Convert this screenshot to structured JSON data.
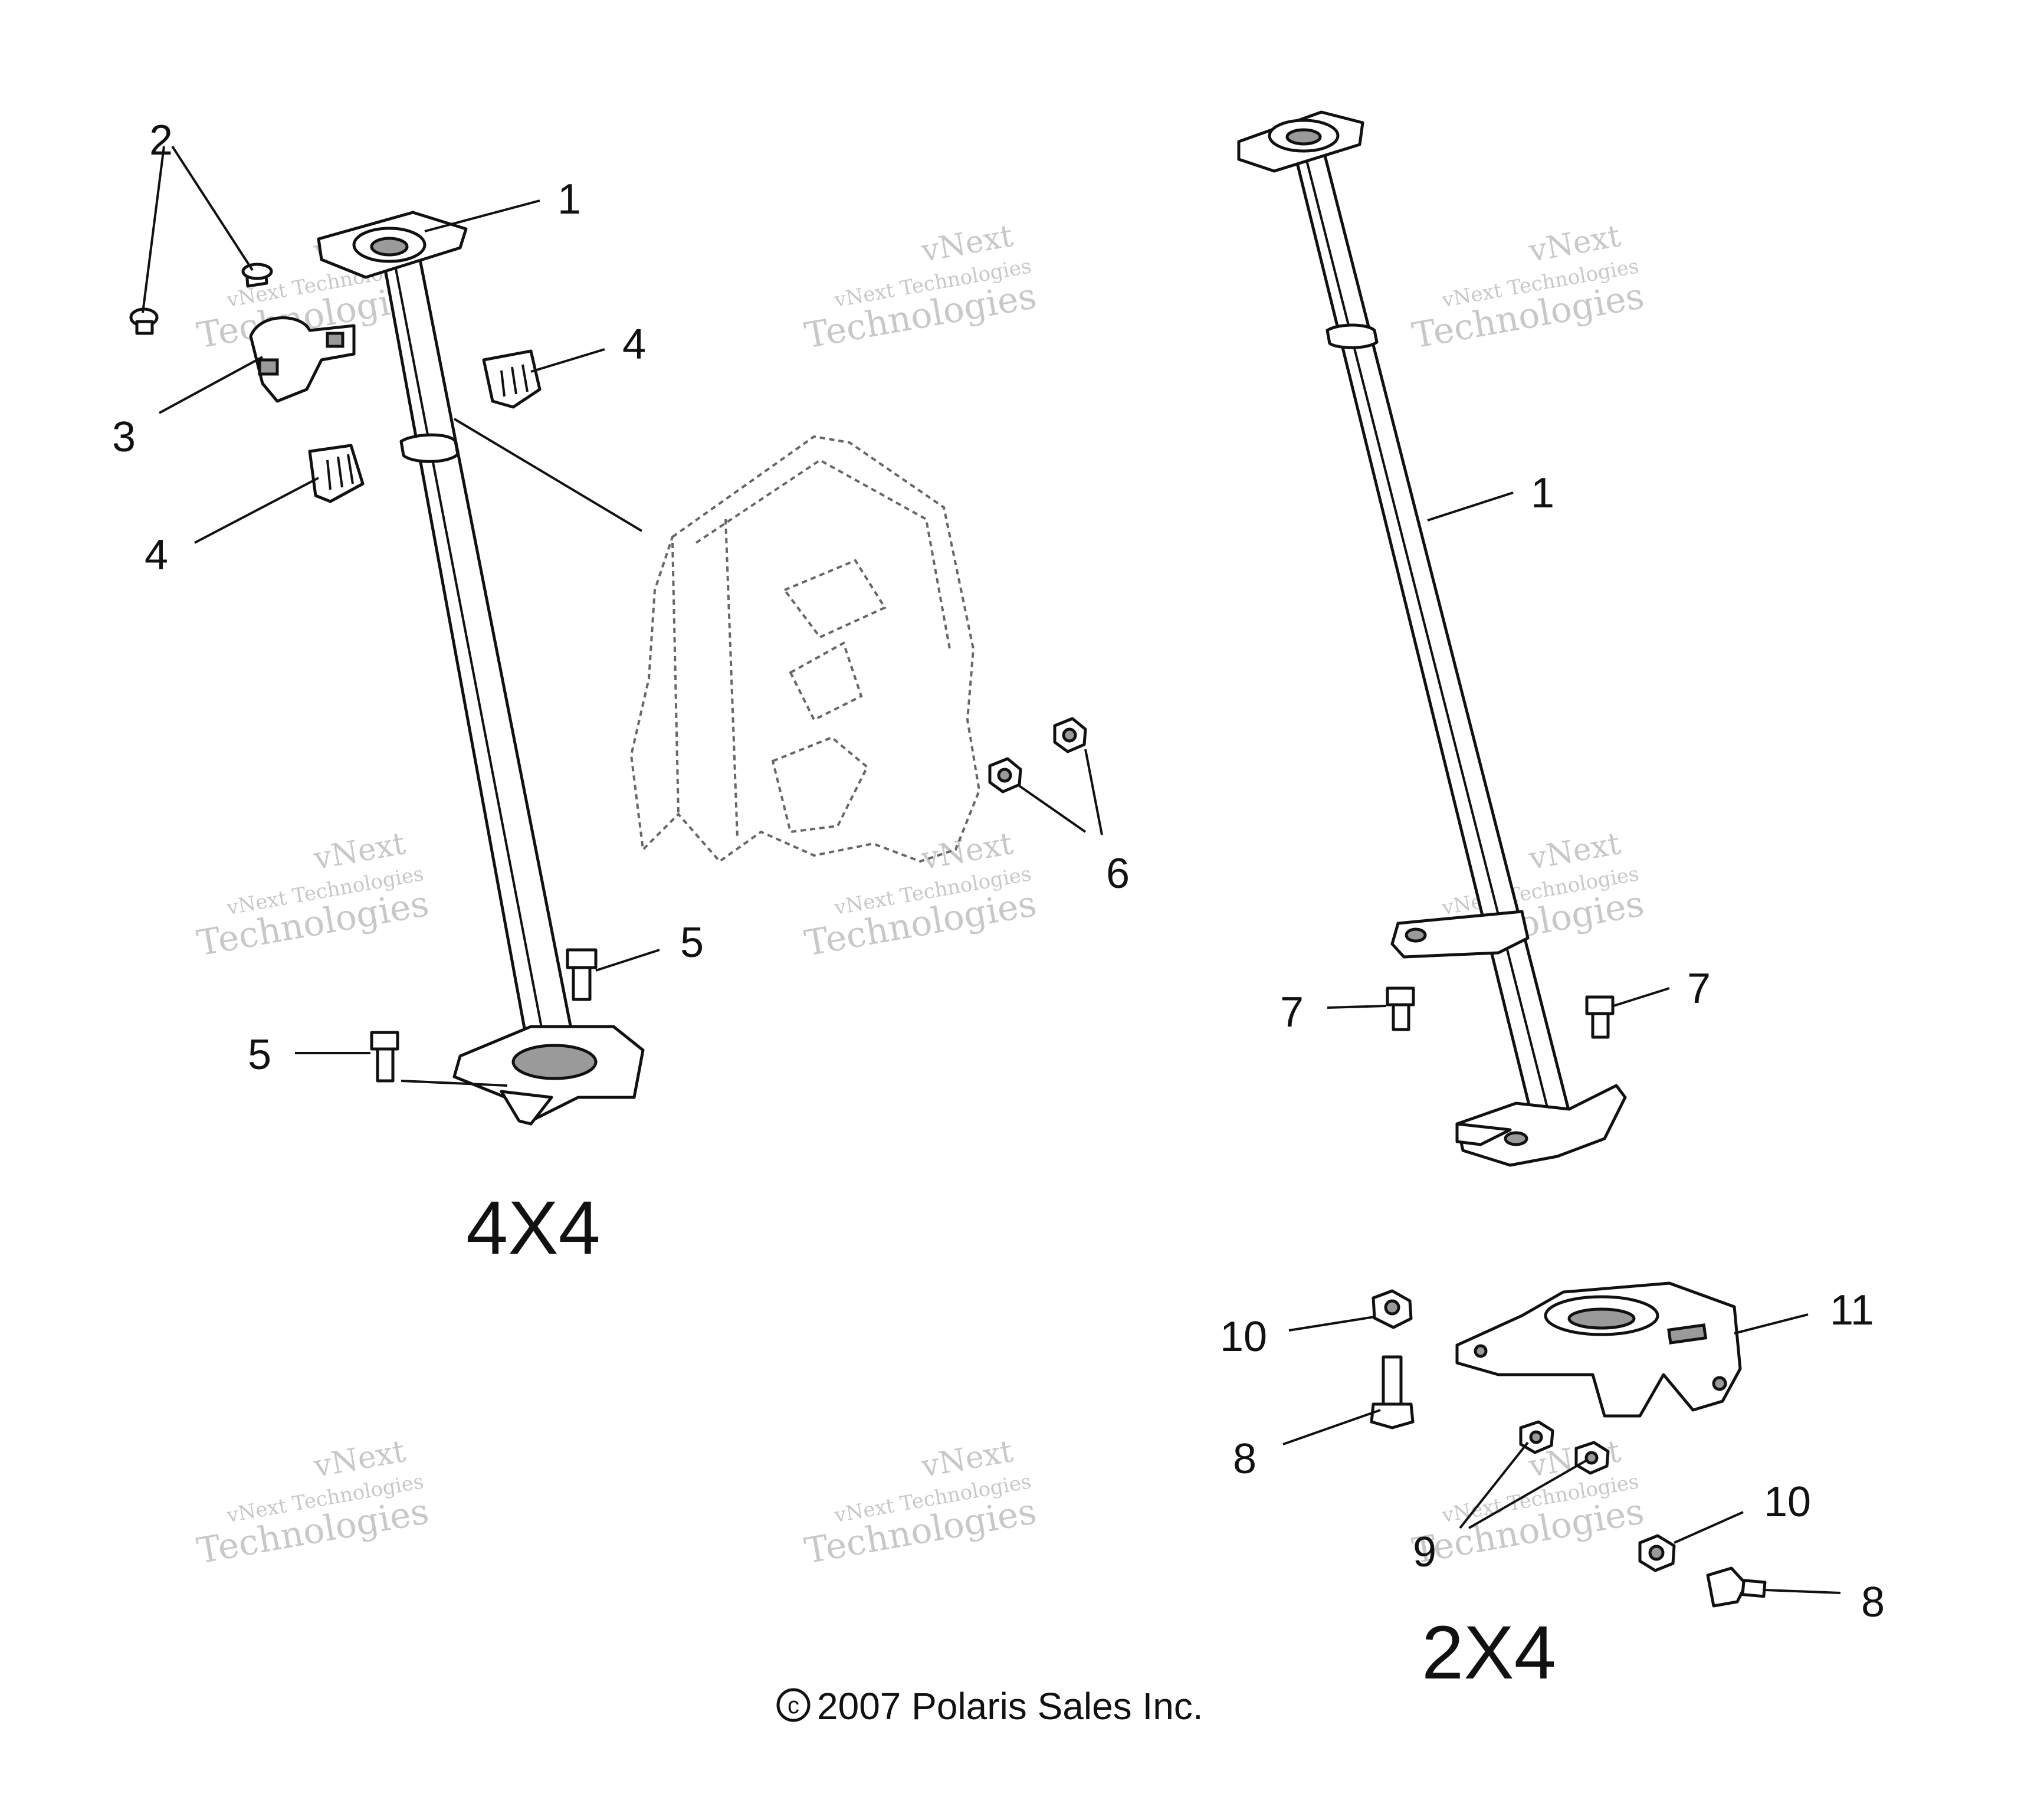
{
  "diagram": {
    "variant_labels": {
      "four_by_four": "4X4",
      "two_by_four": "2X4"
    },
    "copyright": "2007 Polaris Sales Inc.",
    "copyright_symbol": "c",
    "callouts_4x4": {
      "c1": "1",
      "c2": "2",
      "c3": "3",
      "c4a": "4",
      "c4b": "4",
      "c5a": "5",
      "c5b": "5",
      "c6": "6"
    },
    "callouts_2x4": {
      "c1": "1",
      "c7a": "7",
      "c7b": "7",
      "c8a": "8",
      "c8b": "8",
      "c9": "9",
      "c10a": "10",
      "c10b": "10",
      "c11": "11"
    },
    "watermark": {
      "line1": "vNext",
      "line2": "vNext Technologies",
      "line3": "Technologies"
    }
  }
}
